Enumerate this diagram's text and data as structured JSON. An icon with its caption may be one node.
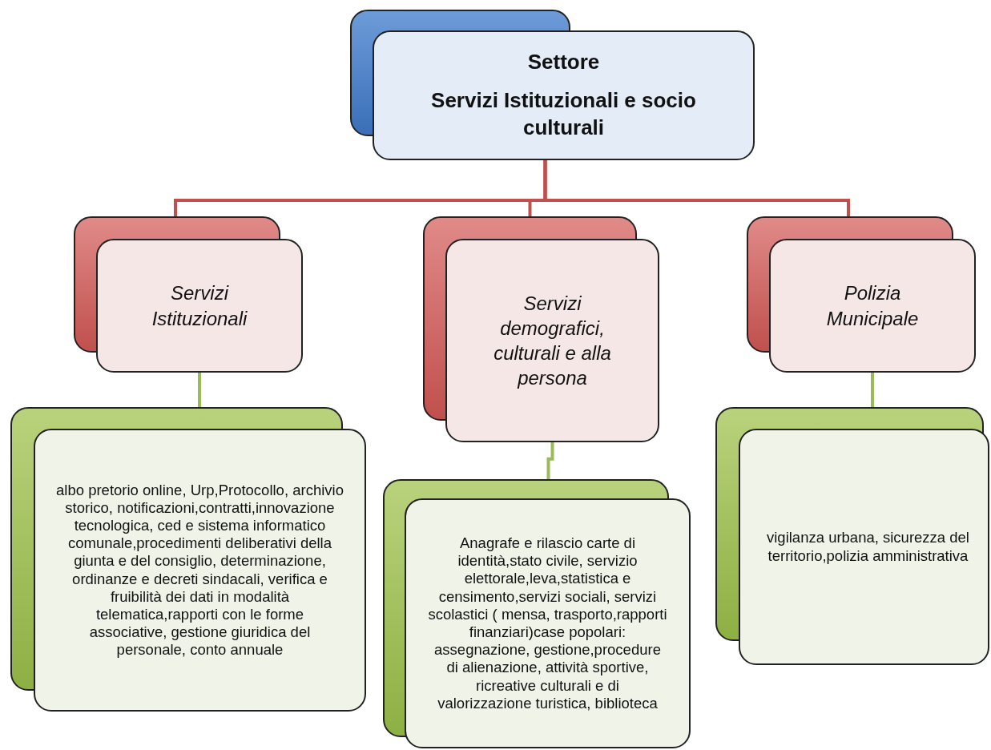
{
  "diagram": {
    "nodes": [
      {
        "text": [
          "Settore",
          "Servizi Istituzionali e socio culturali"
        ]
      },
      {
        "text": [
          "Servizi Istituzionali"
        ]
      },
      {
        "text": [
          "Servizi demografici, culturali e alla persona"
        ]
      },
      {
        "text": [
          "Polizia Municipale"
        ]
      },
      {
        "text": [
          "albo pretorio online, Urp,Protocollo, archivio storico, notificazioni,contratti,innovazione tecnologica, ced e sistema informatico comunale,procedimenti deliberativi della giunta e del consiglio, determinazione, ordinanze e decreti sindacali, verifica e fruibilità dei dati in modalità telematica,rapporti con le forme associative, gestione giuridica del personale, conto annuale"
        ]
      },
      {
        "text": [
          "Anagrafe e rilascio carte di identità,stato civile, servizio elettorale,leva,statistica e censimento,servizi sociali, servizi scolastici ( mensa, trasporto,rapporti finanziari)case popolari: assegnazione, gestione,procedure di alienazione, attività sportive, ricreative culturali e di valorizzazione turistica, biblioteca"
        ]
      },
      {
        "text": [
          "vigilanza urbana, sicurezza del territorio,polizia amministrativa"
        ]
      }
    ],
    "edges": [
      {
        "from": 0,
        "to": 1,
        "arrow": "none",
        "color": "#c0504d"
      },
      {
        "from": 0,
        "to": 2,
        "arrow": "none",
        "color": "#c0504d"
      },
      {
        "from": 0,
        "to": 3,
        "arrow": "none",
        "color": "#c0504d"
      },
      {
        "from": 1,
        "to": 4,
        "arrow": "none",
        "color": "#9bbb59"
      },
      {
        "from": 2,
        "to": 5,
        "arrow": "none",
        "color": "#9bbb59"
      },
      {
        "from": 3,
        "to": 6,
        "arrow": "none",
        "color": "#9bbb59"
      }
    ]
  }
}
